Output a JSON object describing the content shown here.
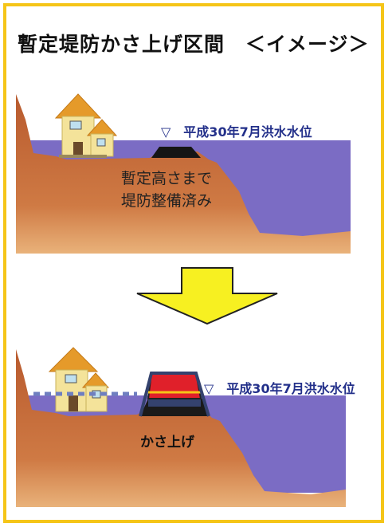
{
  "title": "暫定堤防かさ上げ区間　＜イメージ＞",
  "top_scene": {
    "flood_level_label": "▽　平成30年7月洪水水位",
    "levee_note_line1": "暫定高さまで",
    "levee_note_line2": "堤防整備済み"
  },
  "bottom_scene": {
    "flood_level_label": "▽　平成30年7月洪水水位",
    "raise_label": "かさ上げ"
  },
  "colors": {
    "frame": "#f5c518",
    "water": "#7b6cc4",
    "ground": "#c8683a",
    "arrow": "#f7f021",
    "label_blue": "#23308a",
    "levee_raise": "#e0202a"
  }
}
